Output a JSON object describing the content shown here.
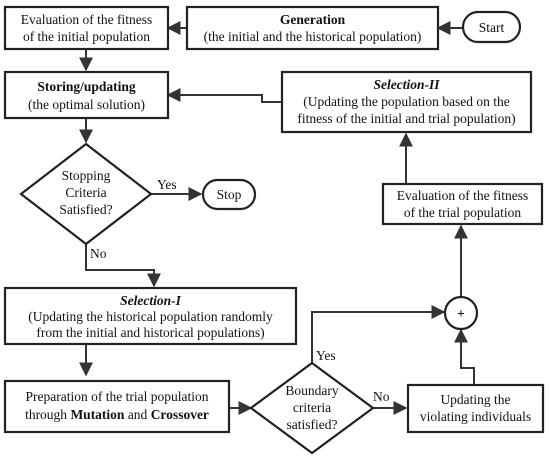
{
  "nodes": {
    "start": {
      "label": "Start"
    },
    "generation": {
      "title": "Generation",
      "subtitle": "(the initial and the historical population)"
    },
    "eval_initial": {
      "line1": "Evaluation of the fitness",
      "line2": "of the initial population"
    },
    "storing": {
      "title": "Storing/updating",
      "subtitle": "(the optimal solution)"
    },
    "selection2": {
      "title": "Selection-II",
      "line1": "(Updating the population based on the",
      "line2": "fitness of the initial and trial population)"
    },
    "stopping": {
      "line1": "Stopping",
      "line2": "Criteria",
      "line3": "Satisfied?"
    },
    "stop": {
      "label": "Stop"
    },
    "eval_trial": {
      "line1": "Evaluation of the fitness",
      "line2": "of the trial population"
    },
    "selection1": {
      "title": "Selection-I",
      "line1": "(Updating the historical population randomly",
      "line2": "from the initial and historical populations)"
    },
    "sum": {
      "label": "+"
    },
    "preparation": {
      "line1": "Preparation of the trial population",
      "line2_pre": "through ",
      "mutation": "Mutation",
      "and": " and ",
      "crossover": "Crossover"
    },
    "boundary": {
      "line1": "Boundary",
      "line2": "criteria",
      "line3": "satisfied?"
    },
    "updating_violating": {
      "line1": "Updating the",
      "line2": "violating individuals"
    }
  },
  "edges": {
    "stop_yes": "Yes",
    "stop_no": "No",
    "boundary_yes": "Yes",
    "boundary_no": "No"
  },
  "colors": {
    "stroke": "#222222",
    "text": "#111111",
    "background": "#ffffff"
  }
}
